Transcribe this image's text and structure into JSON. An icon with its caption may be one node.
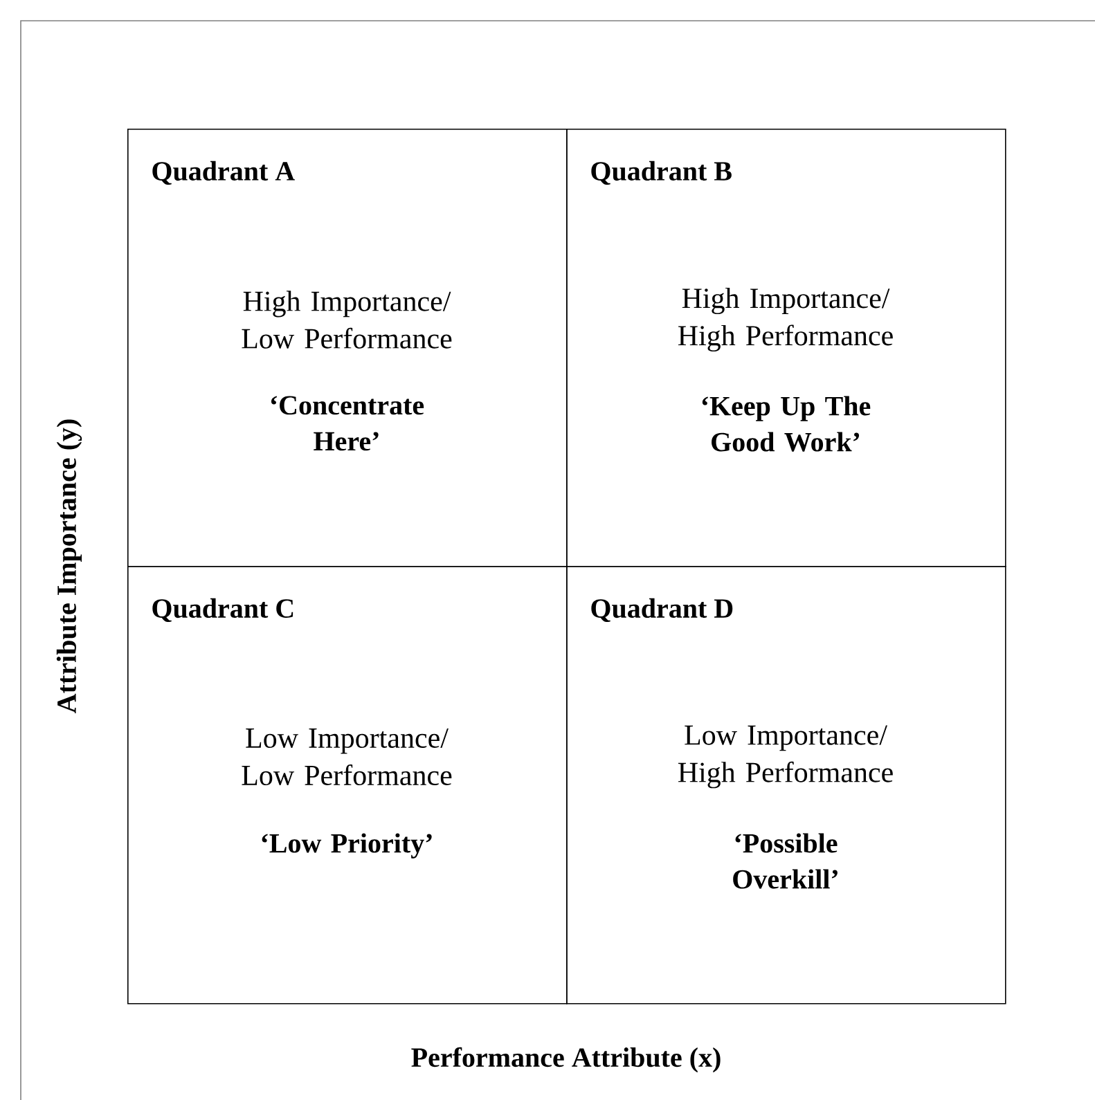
{
  "diagram": {
    "nodes": [
      {
        "text": [
          "Quadrant A",
          "High Importance/ Low Performance",
          "‘Concentrate Here’"
        ]
      },
      {
        "text": [
          "Quadrant B",
          "High Importance/ High Performance",
          "‘Keep Up The Good Work’"
        ]
      },
      {
        "text": [
          "Quadrant C",
          "Low Importance/ Low Performance",
          "‘Low Priority’"
        ]
      },
      {
        "text": [
          "Quadrant D",
          "Low Importance/ High Performance",
          "‘Possible Overkill’"
        ]
      }
    ],
    "labels": [
      "Attribute Importance (y)",
      "Performance Attribute (x)"
    ]
  }
}
